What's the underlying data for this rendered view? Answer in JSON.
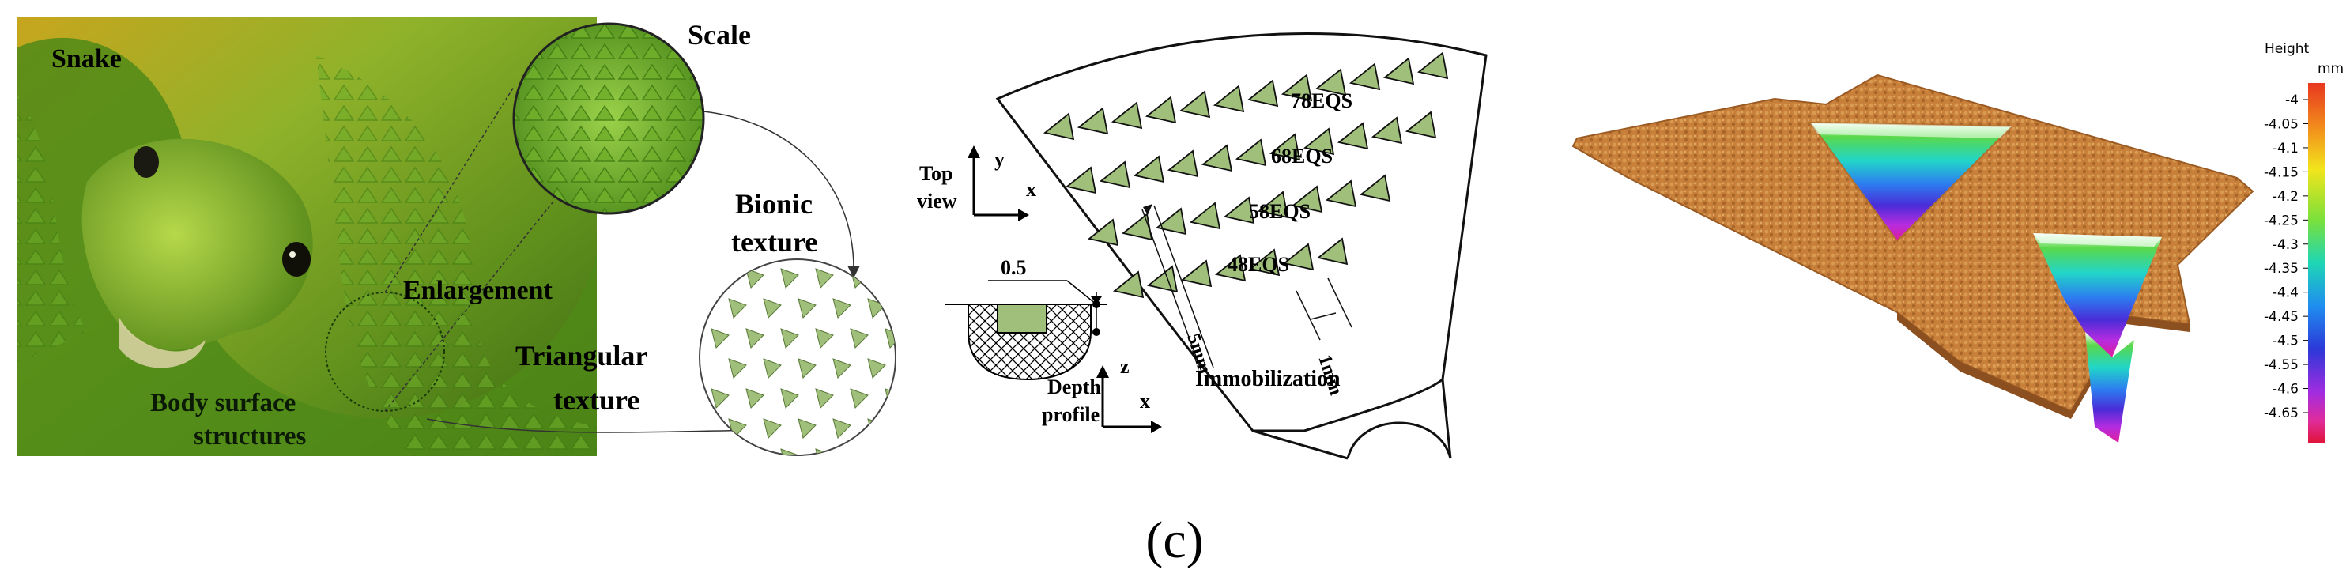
{
  "panel_a": {
    "snake_label": "Snake",
    "scale_label": "Scale",
    "enlargement_label": "Enlargement",
    "body_surface_label_1": "Body surface",
    "body_surface_label_2": "structures",
    "bionic_label_1": "Bionic",
    "bionic_label_2": "texture",
    "triangular_label_1": "Triangular",
    "triangular_label_2": "texture"
  },
  "panel_b": {
    "top_view_1": "Top",
    "top_view_2": "view",
    "axis_y": "y",
    "axis_x_top": "x",
    "dim_05": "0.5",
    "axis_z": "z",
    "axis_x_depth": "x",
    "depth_profile_1": "Depth",
    "depth_profile_2": "profile",
    "row_labels": [
      "78EQS",
      "68EQS",
      "58EQS",
      "48EQS"
    ],
    "dim_5mm": "5mm",
    "dim_1mm": "1mm",
    "immobilization": "Immobilization"
  },
  "panel_c": {
    "colorbar_title": "Height",
    "colorbar_unit": "mm",
    "colorbar_ticks": [
      "-4",
      "-4.05",
      "-4.1",
      "-4.15",
      "-4.2",
      "-4.25",
      "-4.3",
      "-4.35",
      "-4.4",
      "-4.45",
      "-4.5",
      "-4.55",
      "-4.6",
      "-4.65"
    ]
  },
  "caption": "(c)",
  "colors": {
    "snake_green": "#7fa82a",
    "texture_green": "#9fbf7a",
    "surface_orange": "#c8813c"
  }
}
